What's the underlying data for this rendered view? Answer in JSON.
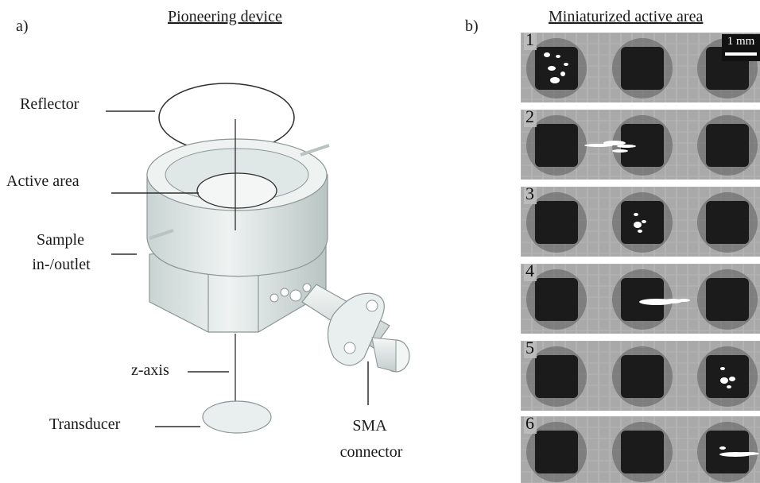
{
  "panel_a": {
    "letter": "a)",
    "title": "Pioneering device",
    "labels": {
      "reflector": "Reflector",
      "active_area": "Active area",
      "sample_line1": "Sample",
      "sample_line2": "in-/outlet",
      "z_axis": "z-axis",
      "transducer": "Transducer",
      "sma_line1": "SMA",
      "sma_line2": "connector"
    }
  },
  "panel_b": {
    "letter": "b)",
    "title": "Miniaturized active area",
    "scale_bar": "1 mm",
    "frames": [
      {
        "number": "1",
        "particle_site": "left"
      },
      {
        "number": "2",
        "particle_site": "left-to-middle"
      },
      {
        "number": "3",
        "particle_site": "middle"
      },
      {
        "number": "4",
        "particle_site": "middle-to-right"
      },
      {
        "number": "5",
        "particle_site": "right"
      },
      {
        "number": "6",
        "particle_site": "right-exit"
      }
    ]
  },
  "colors": {
    "device_body": "#d9e4e2",
    "frame_background": "#a9a9a9",
    "cavity": "#1b1b1b",
    "particles": "#ffffff"
  }
}
